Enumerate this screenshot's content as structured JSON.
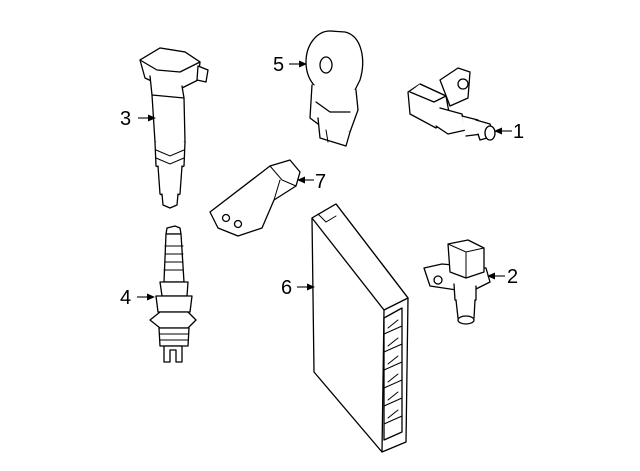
{
  "diagram": {
    "background": "#ffffff",
    "line_color": "#000000",
    "callouts": [
      {
        "number": "1",
        "part_icon": "camshaft-position-sensor-icon"
      },
      {
        "number": "2",
        "part_icon": "crankshaft-position-sensor-icon"
      },
      {
        "number": "3",
        "part_icon": "ignition-coil-icon"
      },
      {
        "number": "4",
        "part_icon": "spark-plug-icon"
      },
      {
        "number": "5",
        "part_icon": "knock-sensor-icon"
      },
      {
        "number": "6",
        "part_icon": "engine-control-module-icon"
      },
      {
        "number": "7",
        "part_icon": "mounting-bracket-icon"
      }
    ]
  }
}
